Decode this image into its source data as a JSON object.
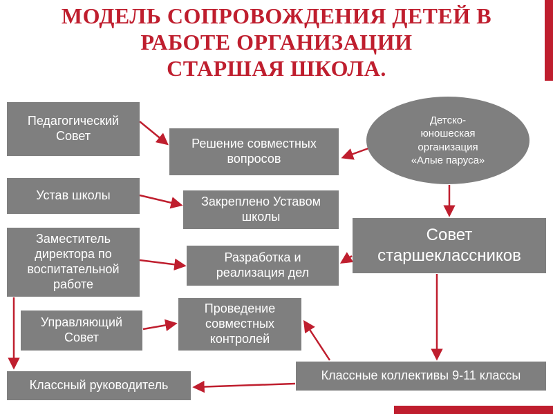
{
  "slide": {
    "title_lines": [
      "МОДЕЛЬ СОПРОВОЖДЕНИЯ ДЕТЕЙ В",
      "РАБОТЕ ОРГАНИЗАЦИИ",
      "СТАРШАЯ ШКОЛА."
    ]
  },
  "colors": {
    "accent_red": "#bf1e2e",
    "node_fill": "#7f7f7f",
    "node_text": "#ffffff",
    "background": "#ffffff"
  },
  "nodes": {
    "pedagogical_council": "Педагогический Совет",
    "joint_questions": "Решение совместных вопросов",
    "school_charter": "Устав школы",
    "fixed_by_charter": "Закреплено Уставом школы",
    "deputy_director": "Заместитель директора по воспитательной работе",
    "dev_implementation": "Разработка и реализация дел",
    "governing_council": "Управляющий Совет",
    "joint_controls": "Проведение совместных контролей",
    "class_teacher": "Классный руководитель",
    "class_groups": "Классные коллективы 9-11 классы",
    "senior_students_council": "Совет старшеклассников",
    "youth_org": "Детско-юношеская организация «Алые паруса»"
  }
}
